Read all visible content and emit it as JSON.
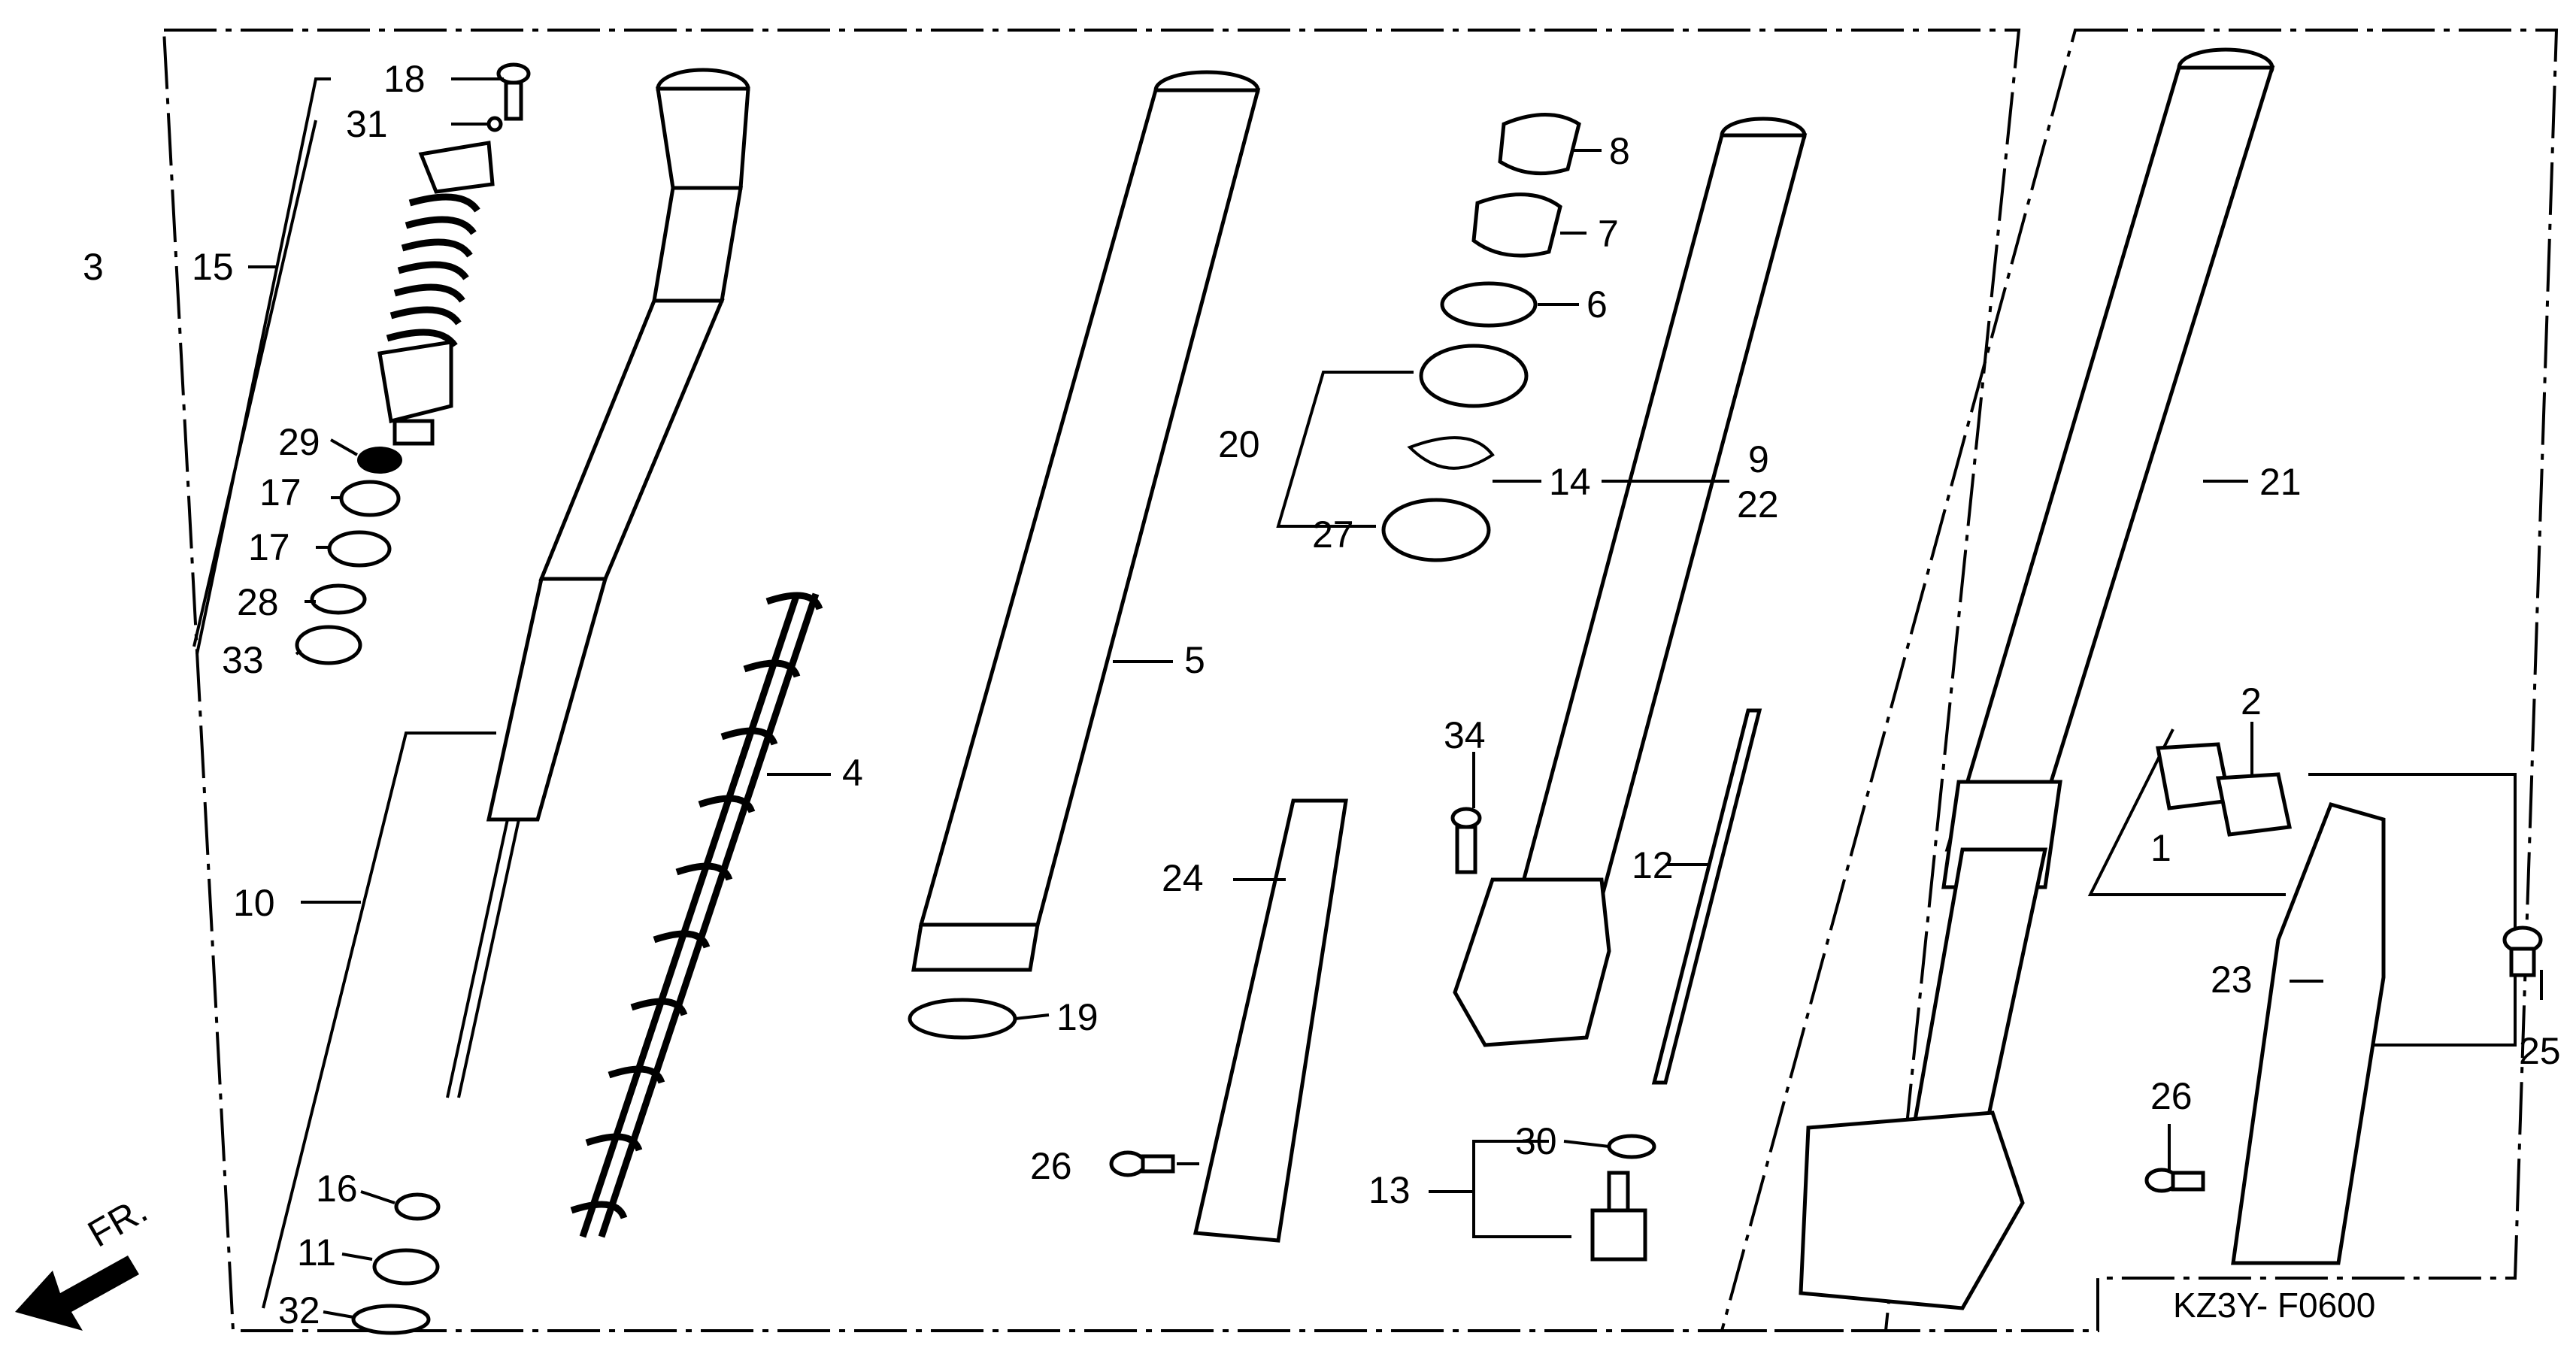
{
  "diagram_code": "KZ3Y- F0600",
  "direction_label": "FR.",
  "labels": {
    "l1": "1",
    "l2": "2",
    "l3": "3",
    "l4": "4",
    "l5": "5",
    "l6": "6",
    "l7": "7",
    "l8": "8",
    "l9": "9",
    "l10": "10",
    "l11": "11",
    "l12": "12",
    "l13": "13",
    "l14": "14",
    "l15": "15",
    "l16": "16",
    "l17a": "17",
    "l17b": "17",
    "l18": "18",
    "l19": "19",
    "l20": "20",
    "l21": "21",
    "l22": "22",
    "l23": "23",
    "l24": "24",
    "l25": "25",
    "l26a": "26",
    "l26b": "26",
    "l27": "27",
    "l28": "28",
    "l29": "29",
    "l30": "30",
    "l31": "31",
    "l32": "32",
    "l33": "33",
    "l34": "34"
  },
  "colors": {
    "ink": "#000000",
    "paper": "#ffffff"
  },
  "icons": {
    "direction": "arrow-left-down-icon"
  }
}
